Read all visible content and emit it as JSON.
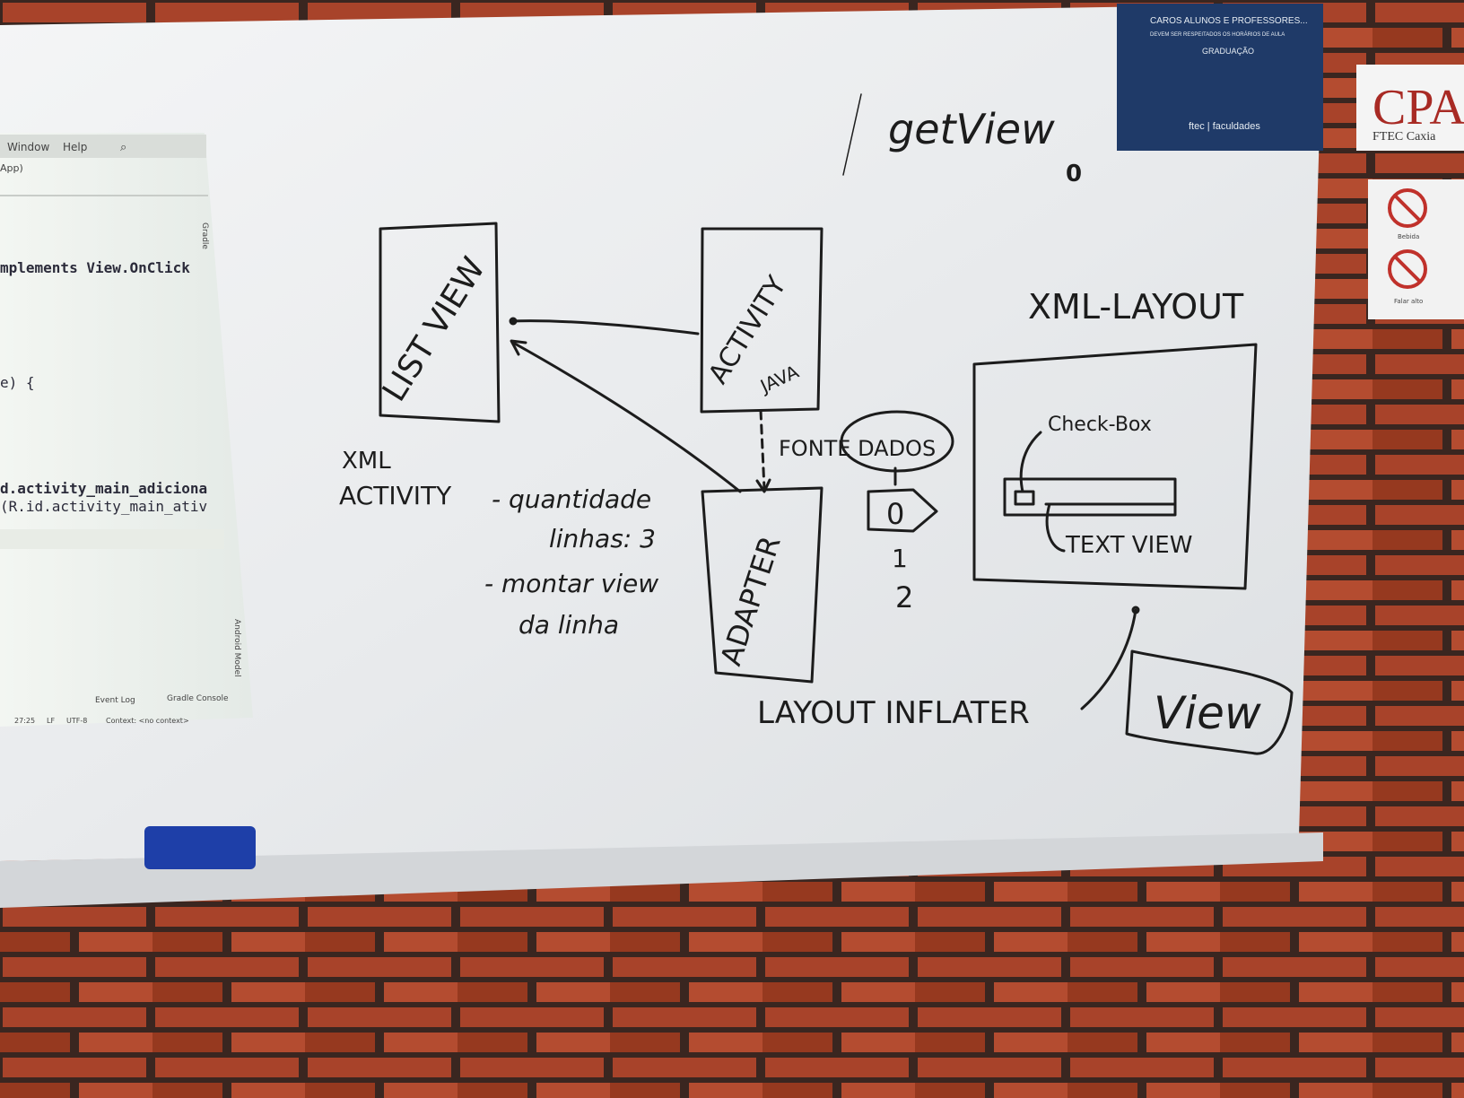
{
  "colors": {
    "whiteboard": "#eceef0",
    "brick": "#a8432a",
    "mortar": "#3a2620",
    "marker": "#1c1c1c",
    "eraser": "#1e3fa8",
    "poster": "#1f3a68"
  },
  "projection": {
    "menu": [
      "Window",
      "Help"
    ],
    "tab": "App)",
    "code_lines": [
      "mplements View.OnClick",
      "e) {",
      "d.activity_main_adiciona",
      "(R.id.activity_main_ativ"
    ],
    "side_tabs": [
      "Gradle",
      "Android Model"
    ],
    "bottom_tabs": [
      "Event Log",
      "Gradle Console"
    ],
    "status": [
      "27:25",
      "LF",
      "UTF-8",
      "Context: <no context>"
    ]
  },
  "board": {
    "getview": "getView",
    "zero_mark": "0",
    "listview_label": "LIST VIEW",
    "xml_activity": [
      "XML",
      "ACTIVITY"
    ],
    "activity_label": "ACTIVITY",
    "java_label": "JAVA",
    "fonte_dados": "FONTE DADOS",
    "index_values": [
      "0",
      "1",
      "2"
    ],
    "adapter_label": "ADAPTER",
    "notes": [
      "- quantidade",
      "linhas: 3",
      "- montar view",
      "da linha"
    ],
    "xml_layout_title": "XML-LAYOUT",
    "checkbox_label": "Check-Box",
    "textview_label": "TEXT VIEW",
    "layout_inflater": "LAYOUT INFLATER",
    "view_label": "View"
  },
  "poster": {
    "heading": "CAROS ALUNOS E PROFESSORES...",
    "subheading": "DEVEM SER RESPEITADOS OS HORÁRIOS DE AULA",
    "section": "GRADUAÇÃO",
    "brand": "ftec | faculdades"
  },
  "cpa_sign": {
    "title": "CPA",
    "subtitle": "FTEC Caxia"
  },
  "signs": [
    "Bebida",
    "Falar alto"
  ]
}
